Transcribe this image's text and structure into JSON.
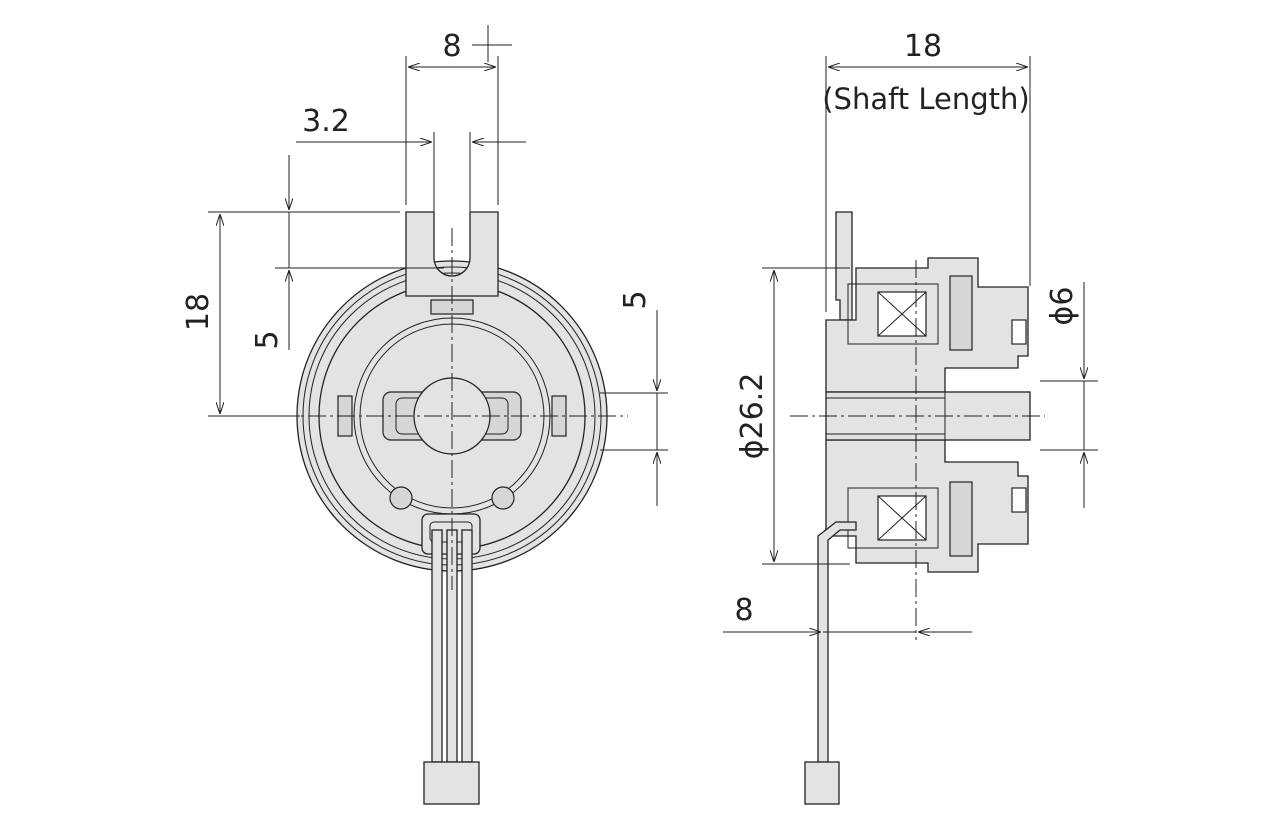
{
  "front_view": {
    "dim_top_width": "8",
    "dim_slot_width": "3.2",
    "dim_tab_height": "18",
    "dim_slot_depth": "5",
    "dim_center_offset": "5"
  },
  "side_view": {
    "dim_shaft_length_value": "18",
    "dim_shaft_length_note": "(Shaft Length)",
    "dim_diameter": "ϕ26.2",
    "dim_shaft_diameter": "ϕ6",
    "dim_lead_offset": "8"
  }
}
